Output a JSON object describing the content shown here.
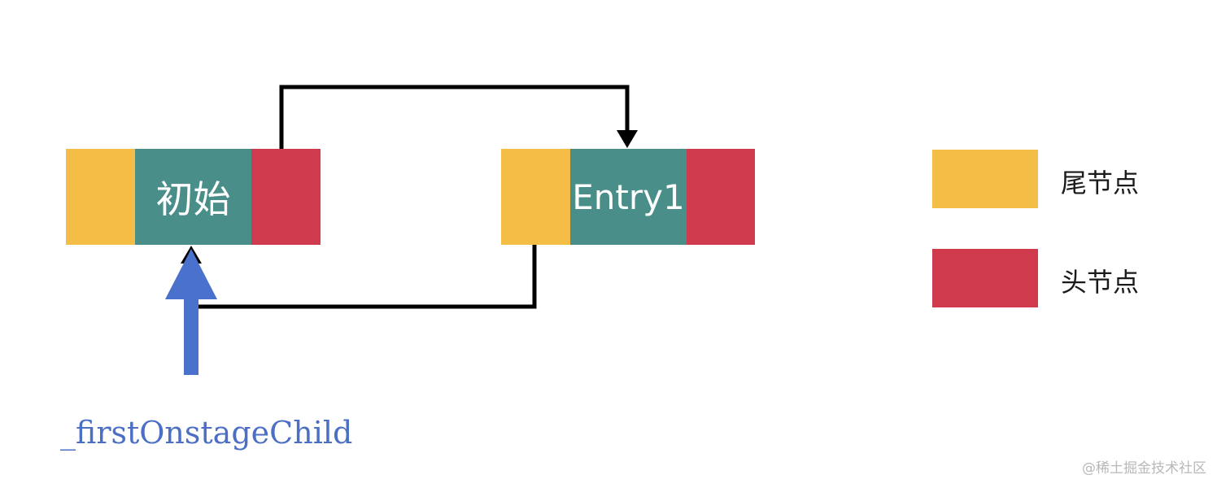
{
  "nodes": {
    "initial": {
      "label": "初始"
    },
    "entry1": {
      "label": "Entry1"
    }
  },
  "legend": {
    "tail": {
      "label": "尾节点",
      "color": "#f4bd45"
    },
    "head": {
      "label": "头节点",
      "color": "#cf3a4d"
    }
  },
  "colors": {
    "node_body": "#4a8e8a",
    "tail": "#f4bd45",
    "head": "#cf3a4d",
    "pointer": "#4a72cc",
    "connector": "#000000"
  },
  "pointer": {
    "label": "_firstOnstageChild"
  },
  "watermark": {
    "text": "@稀土掘金技术社区"
  }
}
